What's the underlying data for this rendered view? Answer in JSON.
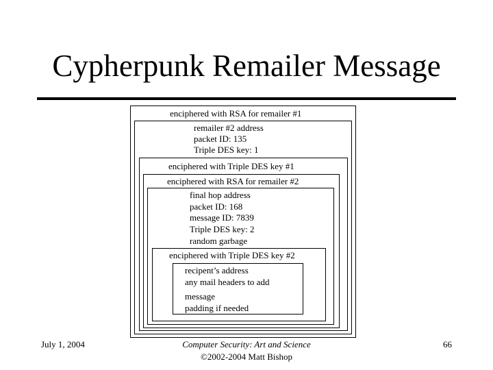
{
  "slide": {
    "title": "Cypherpunk Remailer Message",
    "footer_date": "July 1, 2004",
    "footer_course": "Computer Security: Art and Science",
    "footer_copyright": "©2002-2004 Matt Bishop",
    "page_number": "66"
  },
  "diagram": {
    "rsa1_label": "enciphered with RSA  for remailer #1",
    "layer1": [
      "remailer #2 address",
      "packet ID: 135",
      "Triple DES key: 1"
    ],
    "tdes1_label": "enciphered with Triple DES key #1",
    "rsa2_label": "enciphered with RSA  for remailer #2",
    "layer2": [
      "final hop address",
      "packet ID: 168",
      "message ID: 7839",
      "Triple DES key: 2",
      "random garbage"
    ],
    "tdes2_label": "enciphered with Triple DES key #2",
    "layer3": [
      "recipent’s address",
      "any mail headers to add",
      "message",
      "padding if needed"
    ]
  }
}
